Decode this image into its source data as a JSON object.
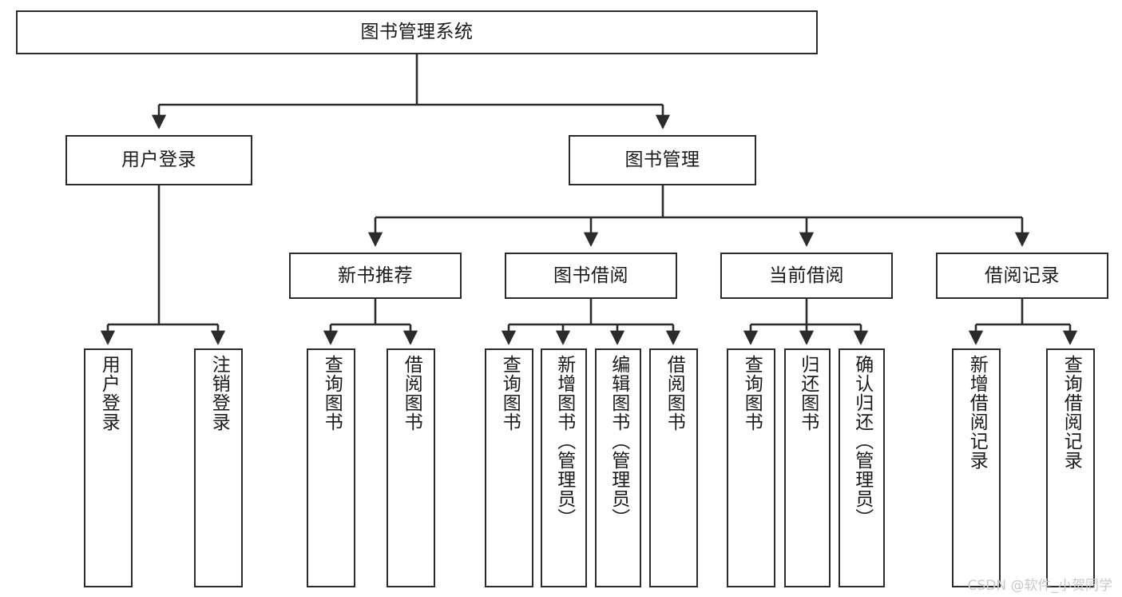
{
  "diagram": {
    "title": "图书管理系统",
    "type": "tree",
    "watermark": "CSDN @软件_小贺同学",
    "stroke_color": "#2b2b2b",
    "fill_color": "#ffffff",
    "text_color": "#1a1a1a",
    "watermark_color": "#c9c9c9"
  },
  "nodes": {
    "root": {
      "label": "图书管理系统"
    },
    "level2": [
      {
        "label": "用户登录"
      },
      {
        "label": "图书管理"
      }
    ],
    "level3": [
      {
        "label": "新书推荐"
      },
      {
        "label": "图书借阅"
      },
      {
        "label": "当前借阅"
      },
      {
        "label": "借阅记录"
      }
    ],
    "leaves": {
      "user_login": [
        {
          "label": "用户登录"
        },
        {
          "label": "注销登录"
        }
      ],
      "new_book": [
        {
          "label": "查询图书"
        },
        {
          "label": "借阅图书"
        }
      ],
      "book_borrow": [
        {
          "label": "查询图书"
        },
        {
          "label": "新增图书（管理员）"
        },
        {
          "label": "编辑图书（管理员）"
        },
        {
          "label": "借阅图书"
        }
      ],
      "current_borrow": [
        {
          "label": "查询图书"
        },
        {
          "label": "归还图书"
        },
        {
          "label": "确认归还（管理员）"
        }
      ],
      "borrow_record": [
        {
          "label": "新增借阅记录"
        },
        {
          "label": "查询借阅记录"
        }
      ]
    }
  }
}
